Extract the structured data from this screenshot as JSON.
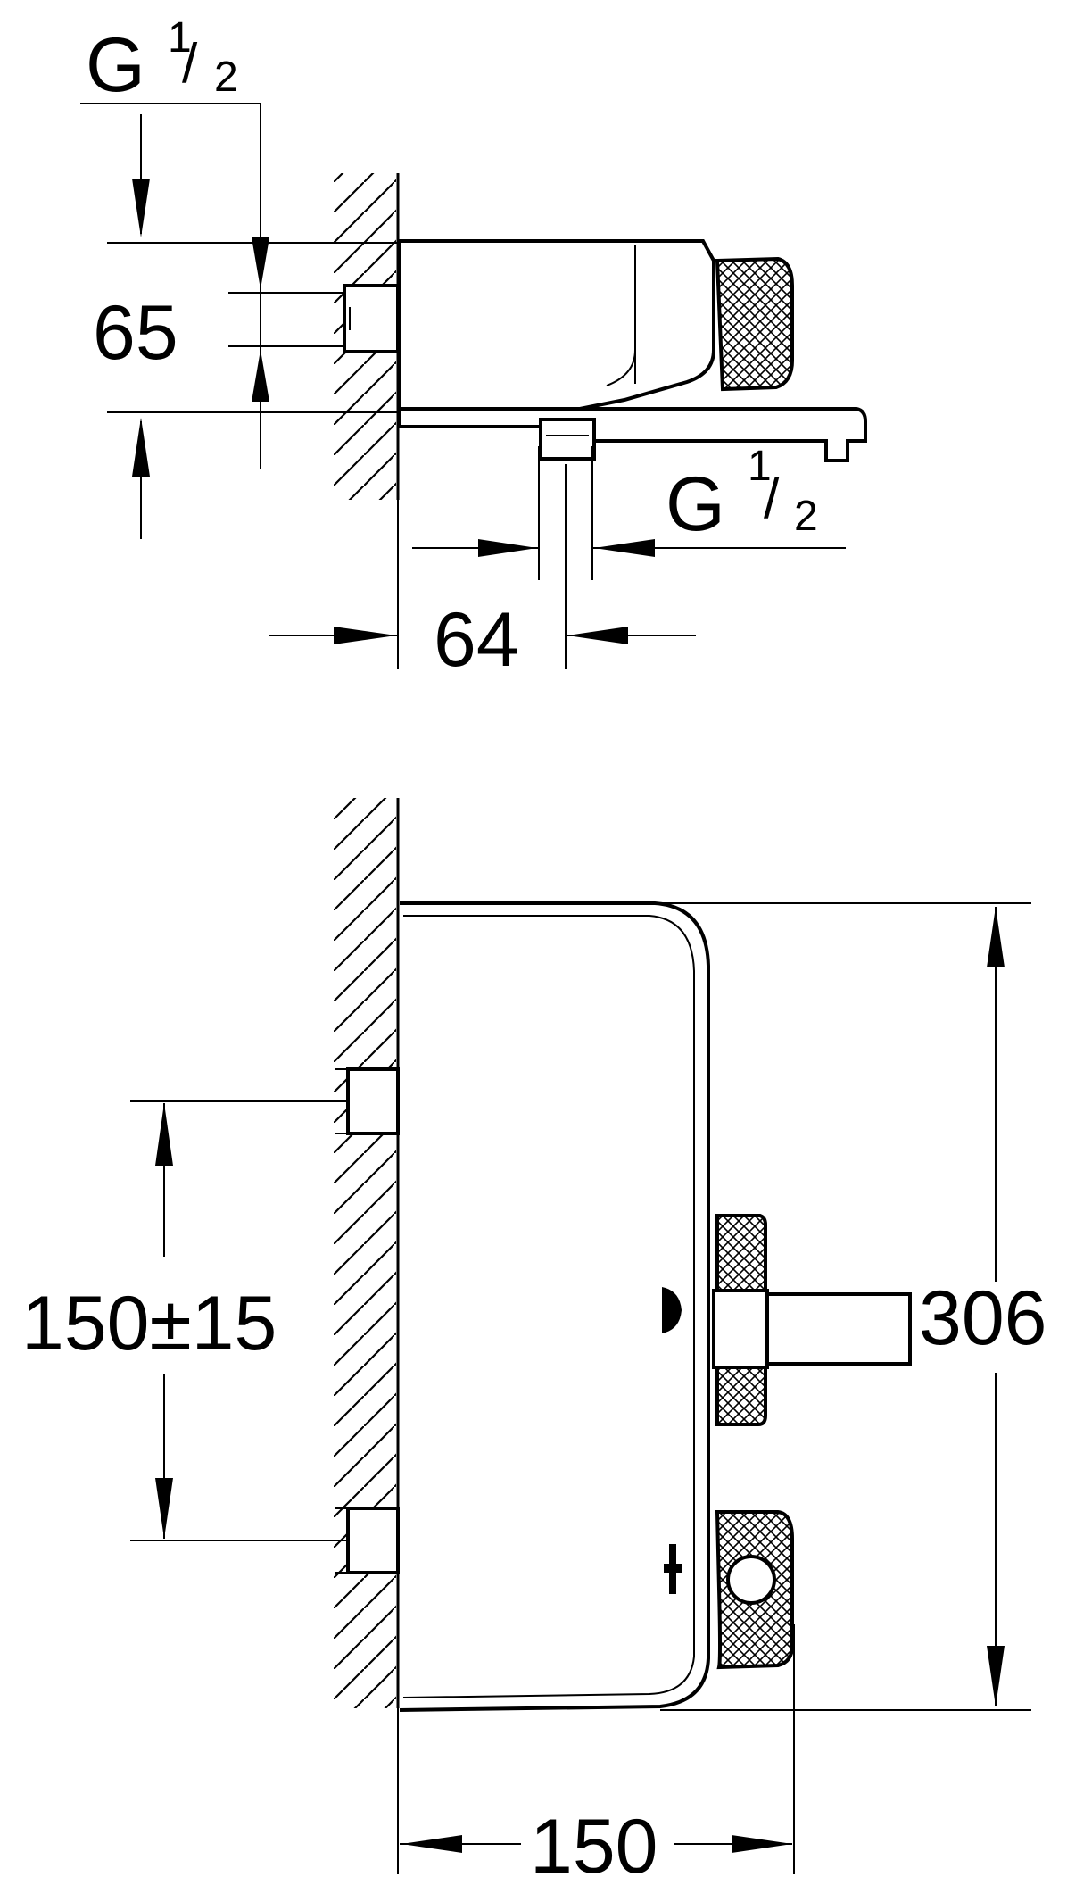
{
  "side_view": {
    "thread_top": {
      "base": "G",
      "num": "1",
      "den": "2"
    },
    "thread_outlet": {
      "base": "G",
      "num": "1",
      "den": "2"
    },
    "dim_height": "65",
    "dim_depth": "64"
  },
  "front_view": {
    "dim_inlet_spacing": "150±15",
    "dim_height": "306",
    "dim_width": "150"
  },
  "colors": {
    "line": "#000000",
    "background": "#ffffff"
  }
}
